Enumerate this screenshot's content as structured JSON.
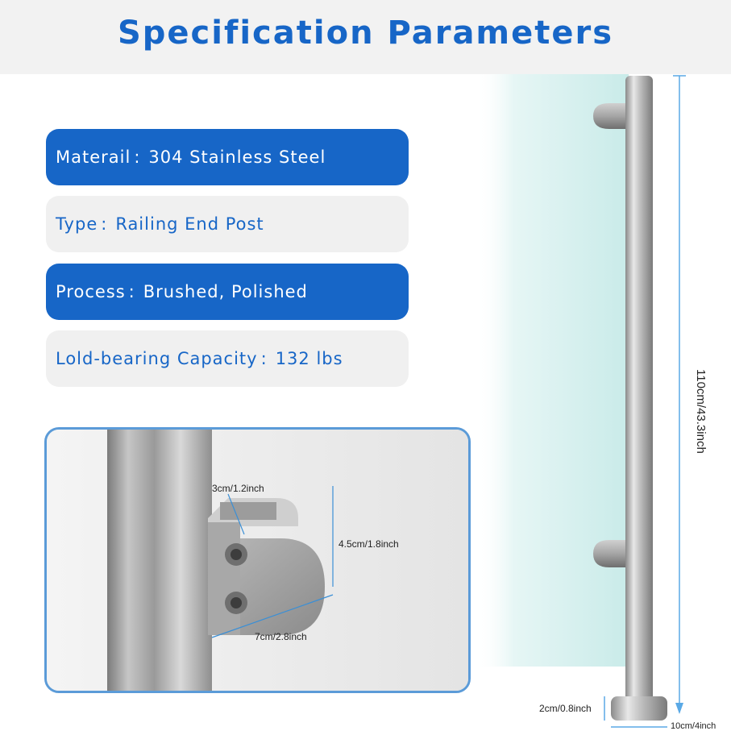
{
  "header": {
    "title": "Specification Parameters"
  },
  "specs": [
    {
      "label": "Materail",
      "value": "304 Stainless Steel"
    },
    {
      "label": "Type",
      "value": "Railing End Post"
    },
    {
      "label": "Process",
      "value": "Brushed, Polished"
    },
    {
      "label": "Lold-bearing Capacity",
      "value": "132 lbs"
    }
  ],
  "separator": ":",
  "detail": {
    "clamp_depth": "3cm/1.2inch",
    "clamp_height": "4.5cm/1.8inch",
    "clamp_width": "7cm/2.8inch"
  },
  "post": {
    "height": "110cm/43.3inch",
    "base_height": "2cm/0.8inch",
    "base_diameter": "10cm/4inch"
  },
  "colors": {
    "brand_blue": "#1766c7",
    "header_bg": "#f2f2f2",
    "pill_grey": "#f0f0f0",
    "frame_border": "#5b9bd8",
    "dimension_line": "#5aa9e6",
    "glass": "#cfeceb"
  }
}
